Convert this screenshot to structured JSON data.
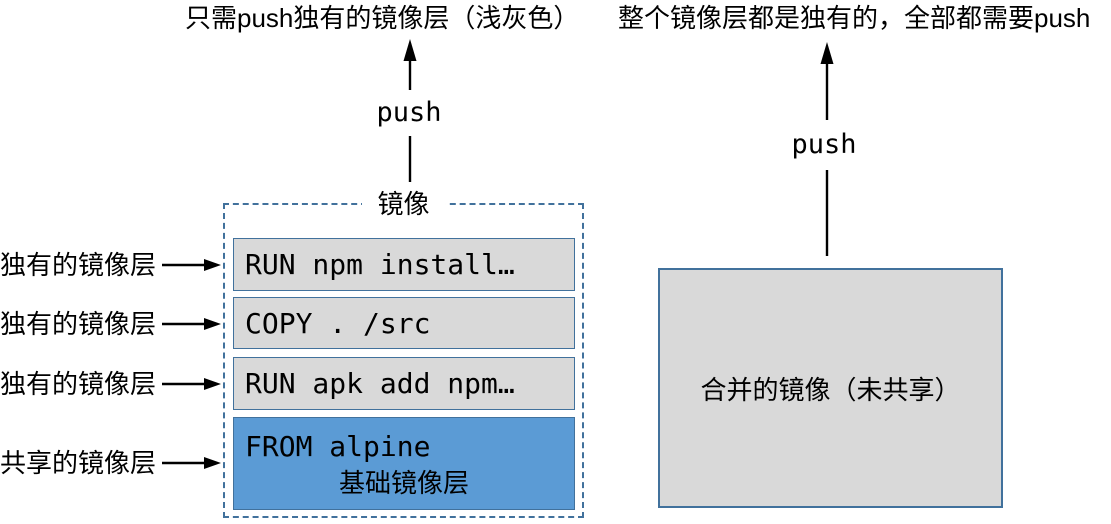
{
  "headings": {
    "left": "只需push独有的镜像层（浅灰色）",
    "right": "整个镜像层都是独有的，全部都需要push"
  },
  "left_diagram": {
    "push_label": "push",
    "container_title": "镜像",
    "layers": [
      {
        "text": "RUN npm install…",
        "type": "unique",
        "side_label": "独有的镜像层"
      },
      {
        "text": "COPY . /src",
        "type": "unique",
        "side_label": "独有的镜像层"
      },
      {
        "text": "RUN apk add npm…",
        "type": "unique",
        "side_label": "独有的镜像层"
      },
      {
        "text": "FROM alpine",
        "caption": "基础镜像层",
        "type": "shared",
        "side_label": "共享的镜像层"
      }
    ]
  },
  "right_diagram": {
    "push_label": "push",
    "box_label": "合并的镜像（未共享）"
  },
  "colors": {
    "layer_gray": "#d9d9d9",
    "layer_blue": "#5b9bd5",
    "border_blue": "#41719c",
    "arrow_black": "#000000"
  }
}
